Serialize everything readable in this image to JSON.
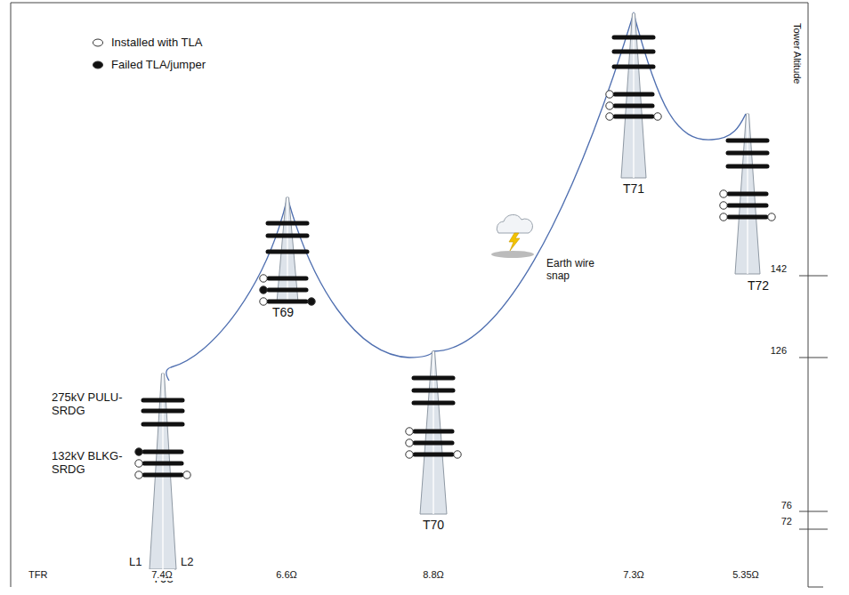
{
  "diagram": {
    "labels": [
      "275kV PULU-SRDG",
      "132kV BLKG-SRDG",
      "L1",
      "L2",
      "T68",
      "T69",
      "T70",
      "T71",
      "T72",
      "Earth wire snap",
      "Tower Altitude",
      "142",
      "126",
      "76",
      "72",
      "TFR",
      "7.4Ω",
      "6.6Ω",
      "8.8Ω",
      "7.3Ω",
      "5.35Ω"
    ],
    "legend": [
      {
        "text": "Installed with TLA"
      },
      {
        "text": "Failed TLA/jumper"
      }
    ]
  }
}
